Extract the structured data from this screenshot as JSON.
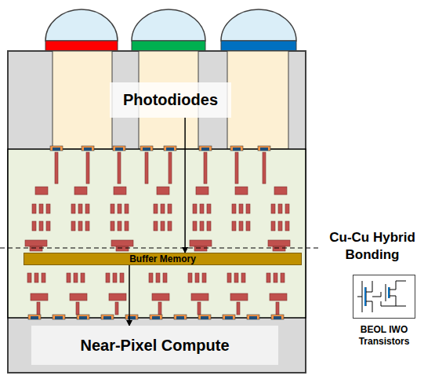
{
  "diagram": {
    "nodes": [
      {
        "text": [
          "Photodiodes"
        ]
      },
      {
        "text": [
          "Buffer Memory"
        ]
      },
      {
        "text": [
          "Near-Pixel Compute"
        ]
      },
      {
        "text": [
          "BEOL IWO Transistors"
        ]
      }
    ],
    "edges": [
      {
        "from": 0,
        "to": 1,
        "arrow": "to"
      },
      {
        "from": 1,
        "to": 2,
        "arrow": "to"
      },
      {
        "from": 1,
        "to": 3,
        "arrow": "none"
      }
    ],
    "labels": [
      "Cu-Cu Hybrid Bonding"
    ]
  }
}
